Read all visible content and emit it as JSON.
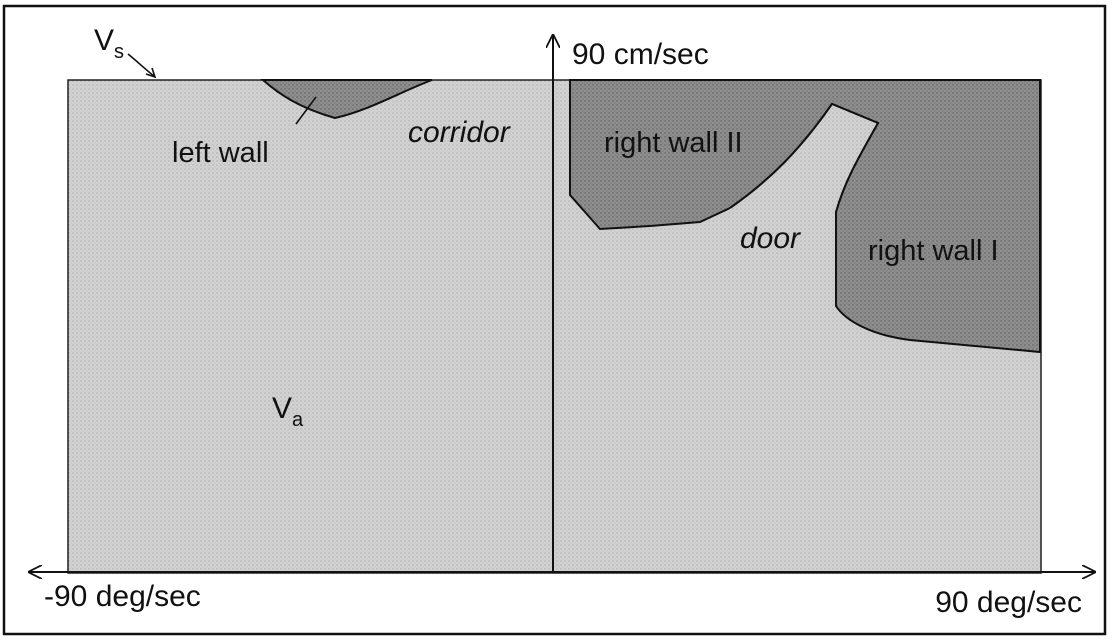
{
  "labels": {
    "vs_main": "V",
    "vs_sub": "s",
    "va_main": "V",
    "va_sub": "a",
    "left_wall": "left wall",
    "corridor": "corridor",
    "right_wall_2": "right wall II",
    "right_wall_1": "right wall I",
    "door": "door",
    "y_axis": "90 cm/sec",
    "x_axis_left": "-90 deg/sec",
    "x_axis_right": "90 deg/sec"
  },
  "colors": {
    "admissible_region": "#d2d2d2",
    "obstacle_region": "#8e8e8e",
    "line": "#111111"
  }
}
